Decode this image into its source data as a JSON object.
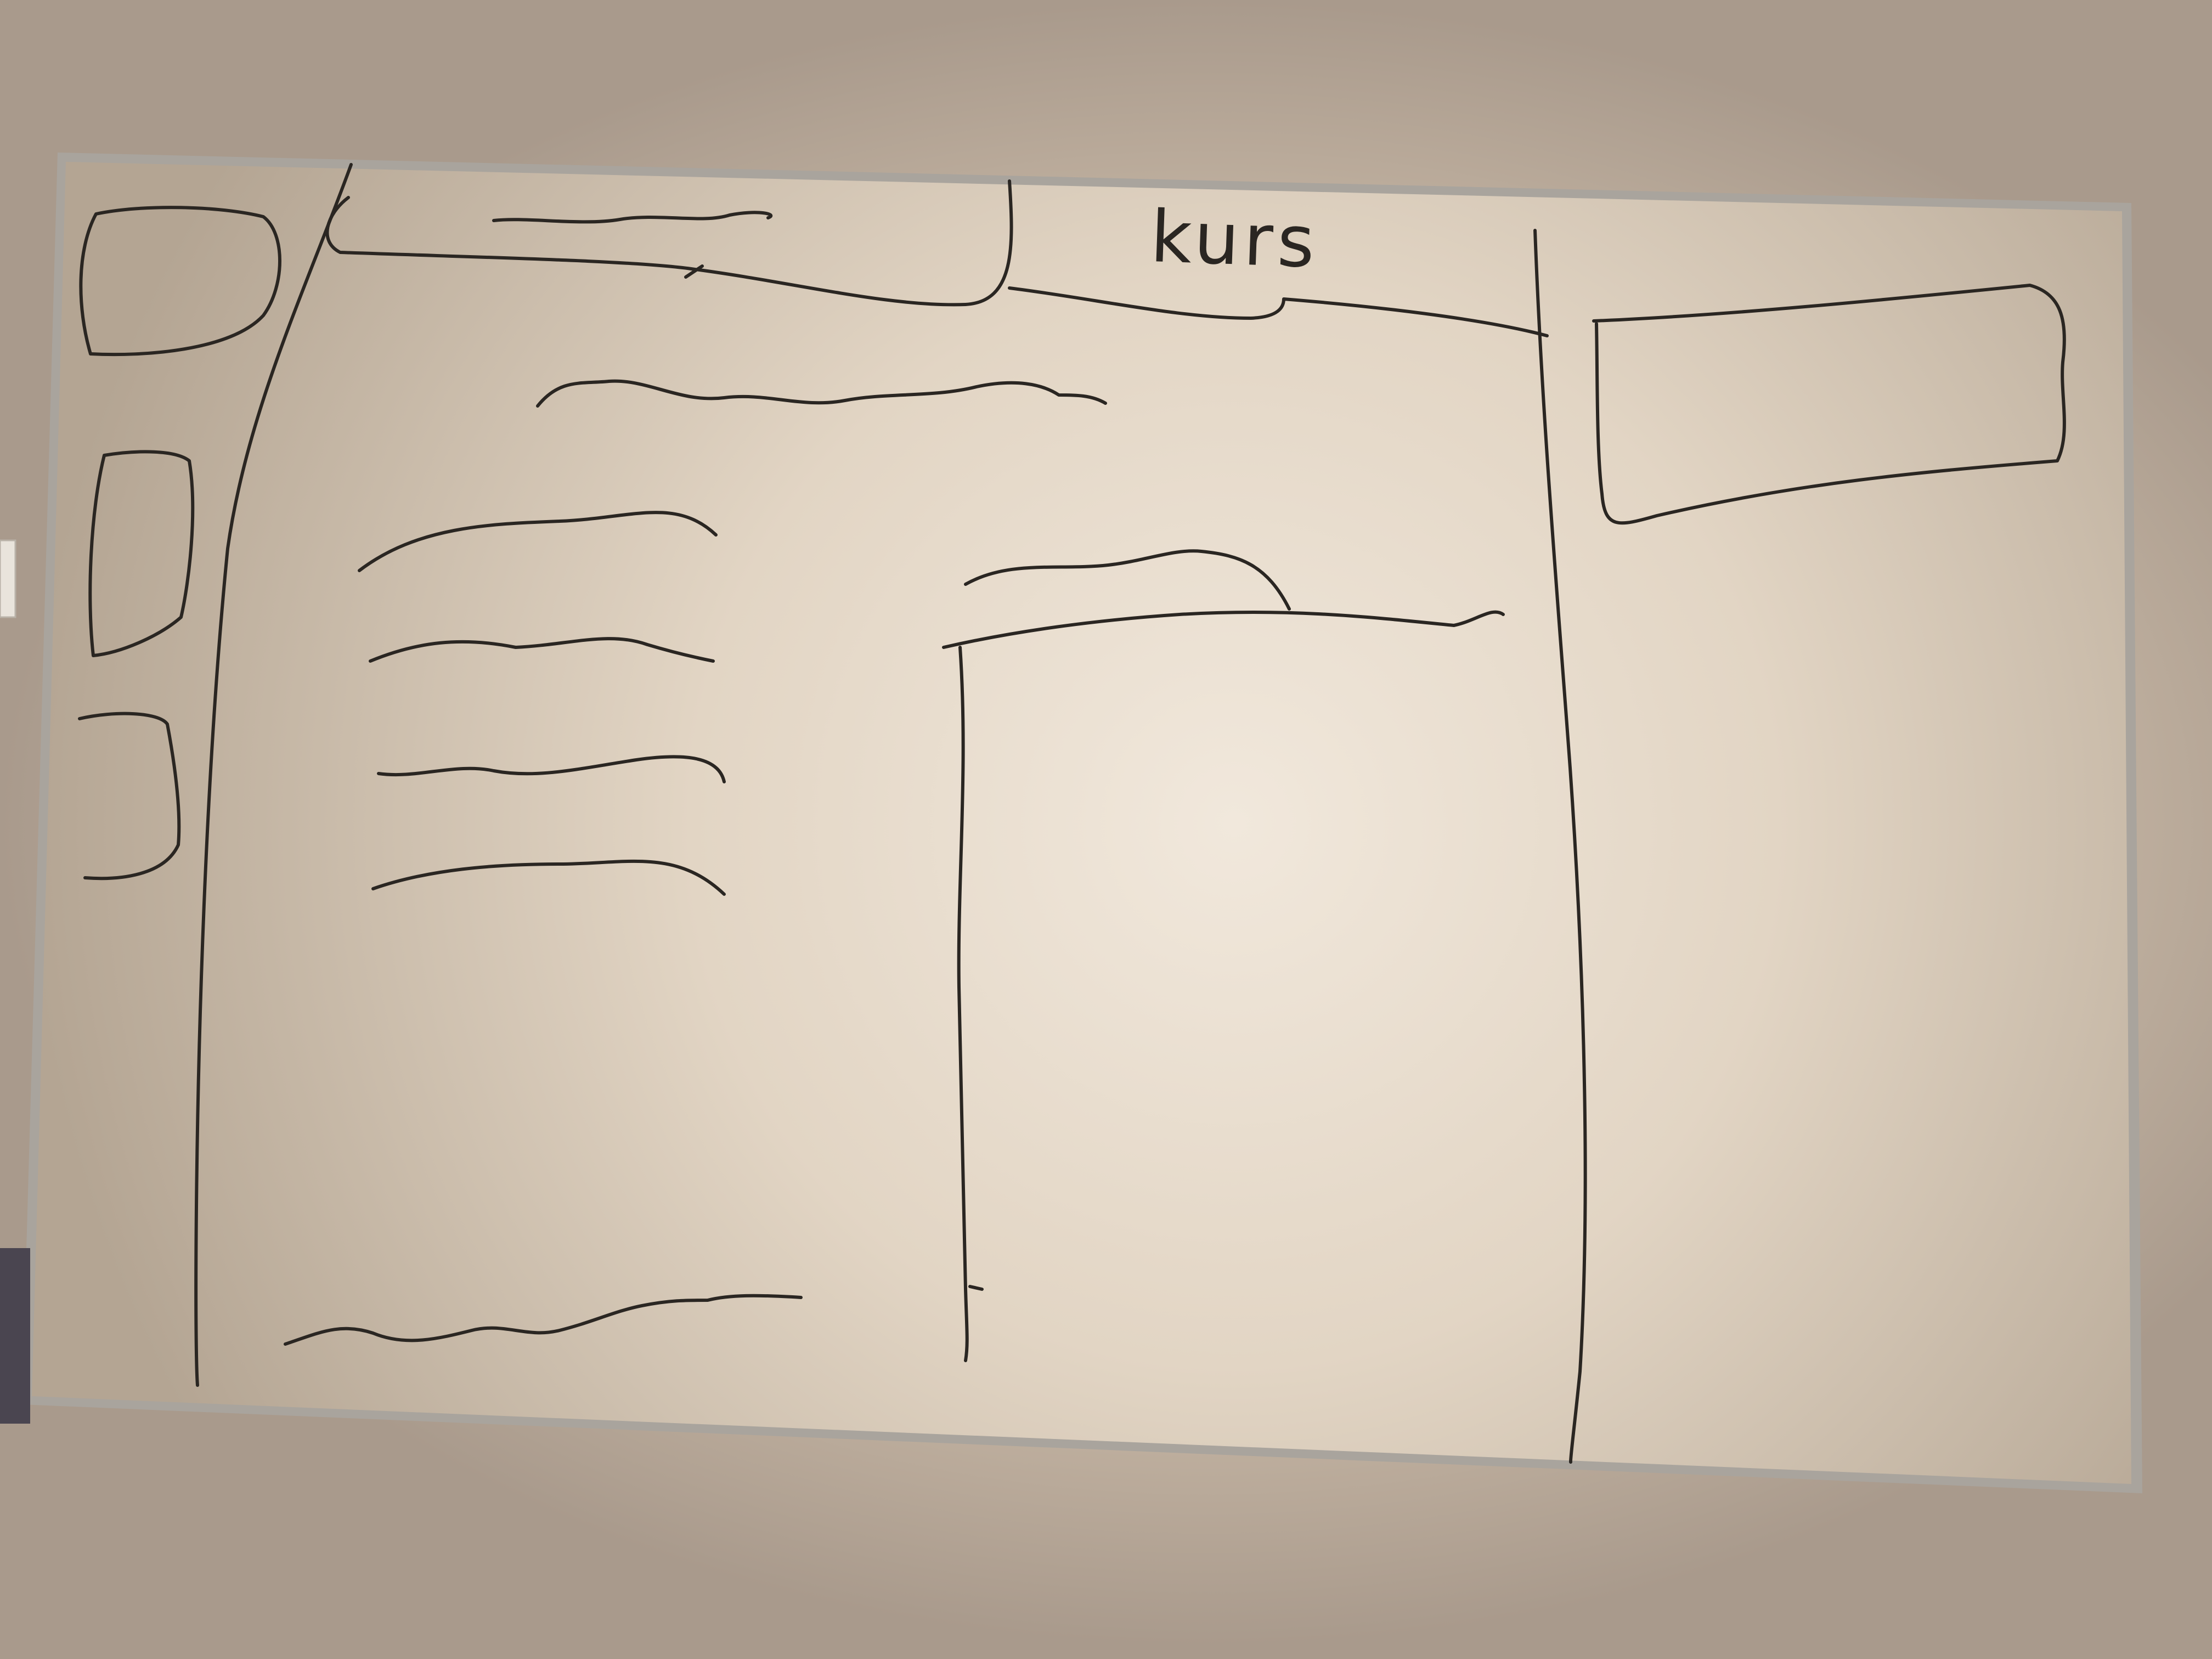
{
  "whiteboard": {
    "header": {
      "title": "kurs"
    },
    "colors": {
      "wall": "#cdbdab",
      "board": "#e6dccd",
      "board_frame": "#9e9a94",
      "marker": "#2a2622"
    },
    "sketch_elements": [
      "left-sidebar-box-top",
      "left-sidebar-box-middle",
      "left-sidebar-box-bottom",
      "header-tab-box",
      "main-heading-scribble",
      "list-line-1",
      "list-line-2",
      "list-line-3",
      "list-line-4",
      "footer-scribble",
      "content-panel-heading",
      "content-panel-frame",
      "right-sidebar-box"
    ]
  }
}
